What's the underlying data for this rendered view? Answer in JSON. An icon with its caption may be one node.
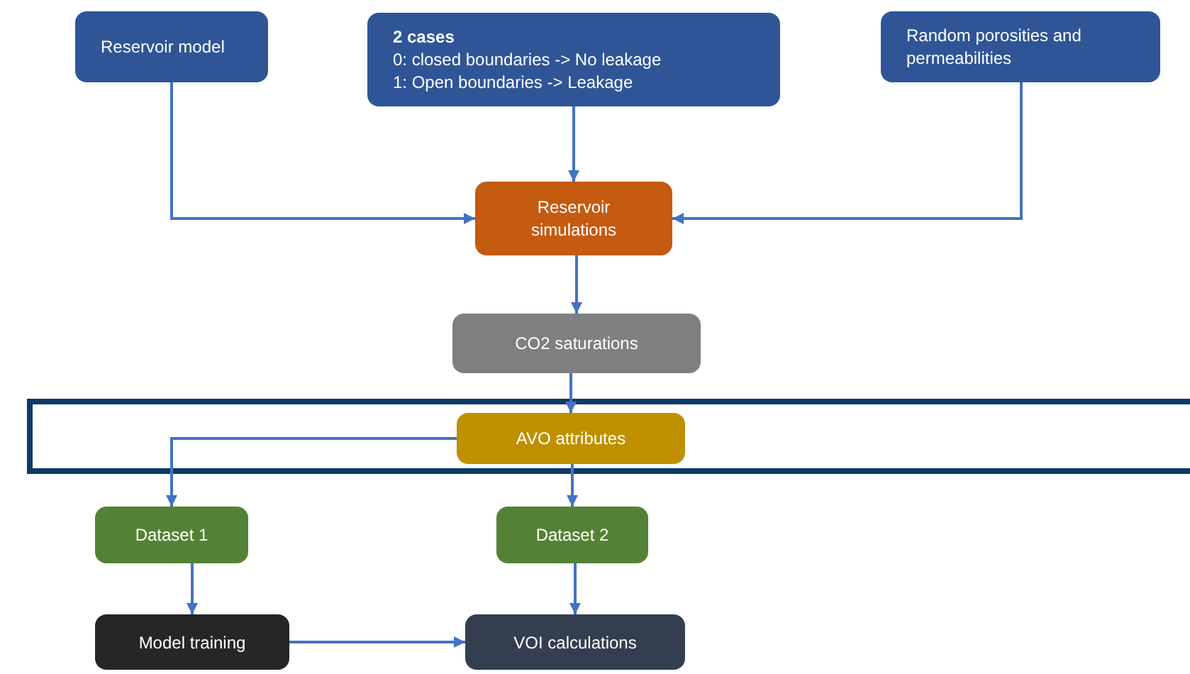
{
  "diagram": {
    "nodes": [
      {
        "text": [
          "Reservoir model"
        ]
      },
      {
        "text": [
          "2 cases",
          "0: closed boundaries -> No leakage",
          "1: Open boundaries -> Leakage"
        ]
      },
      {
        "text": [
          "Random porosities and permeabilities"
        ]
      },
      {
        "text": [
          "Reservoir simulations"
        ]
      },
      {
        "text": [
          "CO2 saturations"
        ]
      },
      {
        "text": [
          "AVO attributes"
        ]
      },
      {
        "text": [
          "Dataset 1"
        ]
      },
      {
        "text": [
          "Dataset 2"
        ]
      },
      {
        "text": [
          "Model training"
        ]
      },
      {
        "text": [
          "VOI calculations"
        ]
      }
    ],
    "edges": [
      {
        "from": 0,
        "to": 3,
        "arrow": "to"
      },
      {
        "from": 1,
        "to": 3,
        "arrow": "to"
      },
      {
        "from": 2,
        "to": 3,
        "arrow": "to"
      },
      {
        "from": 3,
        "to": 4,
        "arrow": "to"
      },
      {
        "from": 4,
        "to": 5,
        "arrow": "to"
      },
      {
        "from": 5,
        "to": 6,
        "arrow": "to"
      },
      {
        "from": 5,
        "to": 7,
        "arrow": "to"
      },
      {
        "from": 6,
        "to": 8,
        "arrow": "to"
      },
      {
        "from": 7,
        "to": 9,
        "arrow": "to"
      },
      {
        "from": 8,
        "to": 9,
        "arrow": "to"
      }
    ]
  }
}
